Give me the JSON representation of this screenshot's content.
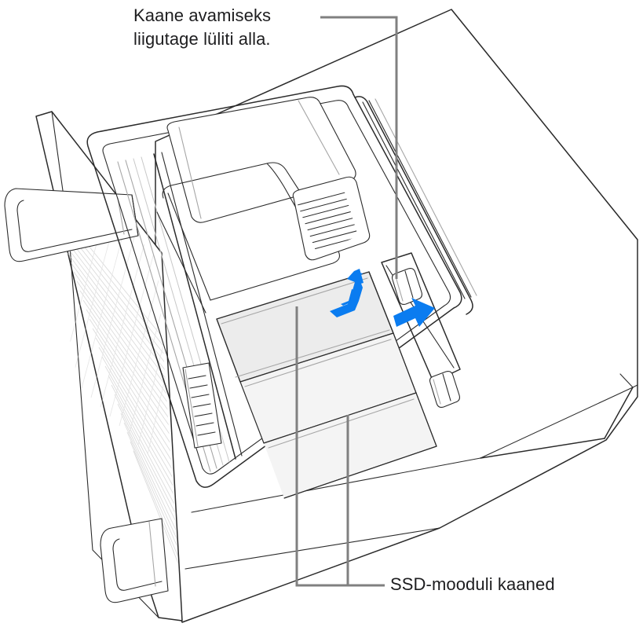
{
  "figure": {
    "title": "Mac Pro SSD-mooduli kaante eemaldamine",
    "alt": "Mac Pro kulili asetatuna, kaas eemaldatud, nooled osutavad lukustuslülitile ja SSD-mooduli kaanele",
    "language": "et"
  },
  "callouts": [
    {
      "id": "latch",
      "label": "Kaane avamiseks\nliigutage lüliti alla.",
      "line1": "Kaane avamiseks",
      "line2": "liigutage lüliti alla.",
      "target": "lukustuslüliti",
      "position": "top-left"
    },
    {
      "id": "ssd-covers",
      "label": "SSD-mooduli kaaned",
      "target": "SSD-mooduli kaaned",
      "position": "bottom-right"
    }
  ],
  "arrows": [
    {
      "id": "lift-cover-arrow",
      "name": "arrow-lift-ssd-cover",
      "direction": "up-hook",
      "color": "#0a7cf0"
    },
    {
      "id": "slide-latch-arrow",
      "name": "arrow-slide-latch-right",
      "direction": "right",
      "color": "#0a7cf0"
    }
  ],
  "parts": [
    {
      "id": "chassis",
      "name": "Mac Pro korpus"
    },
    {
      "id": "handle-top",
      "name": "Ülemine käepide"
    },
    {
      "id": "handle-bottom",
      "name": "Alumine käepide"
    },
    {
      "id": "lattice-grille",
      "name": "Võrestikuga esipaneel"
    },
    {
      "id": "latch-switch-top",
      "name": "Ülemine lukustuslüliti"
    },
    {
      "id": "latch-switch-bottom",
      "name": "Alumine lukustuslüliti"
    },
    {
      "id": "ssd-cover-upper",
      "name": "Ülemine SSD-mooduli kaas"
    },
    {
      "id": "ssd-cover-lower",
      "name": "Alumine SSD-mooduli kaas"
    },
    {
      "id": "vent-louvers",
      "name": "Ventilatsiooniavad"
    },
    {
      "id": "logic-board-tray",
      "name": "Loogikaplaadi alus"
    }
  ],
  "colors": {
    "background": "#ffffff",
    "outline": "#2b2b2b",
    "outline_light": "#9a9a9a",
    "leader_line": "#808080",
    "accent_blue": "#0a7cf0",
    "cover_fill": "#ececec",
    "text": "#1d1d1f"
  },
  "leader_lines": [
    {
      "id": "leader-latch",
      "from": "callout-latch",
      "to": "latch-switch-top"
    },
    {
      "id": "leader-ssd-upper",
      "from": "ssd-cover-upper",
      "to": "callout-ssd"
    },
    {
      "id": "leader-ssd-lower",
      "from": "ssd-cover-lower",
      "to": "callout-ssd"
    }
  ]
}
